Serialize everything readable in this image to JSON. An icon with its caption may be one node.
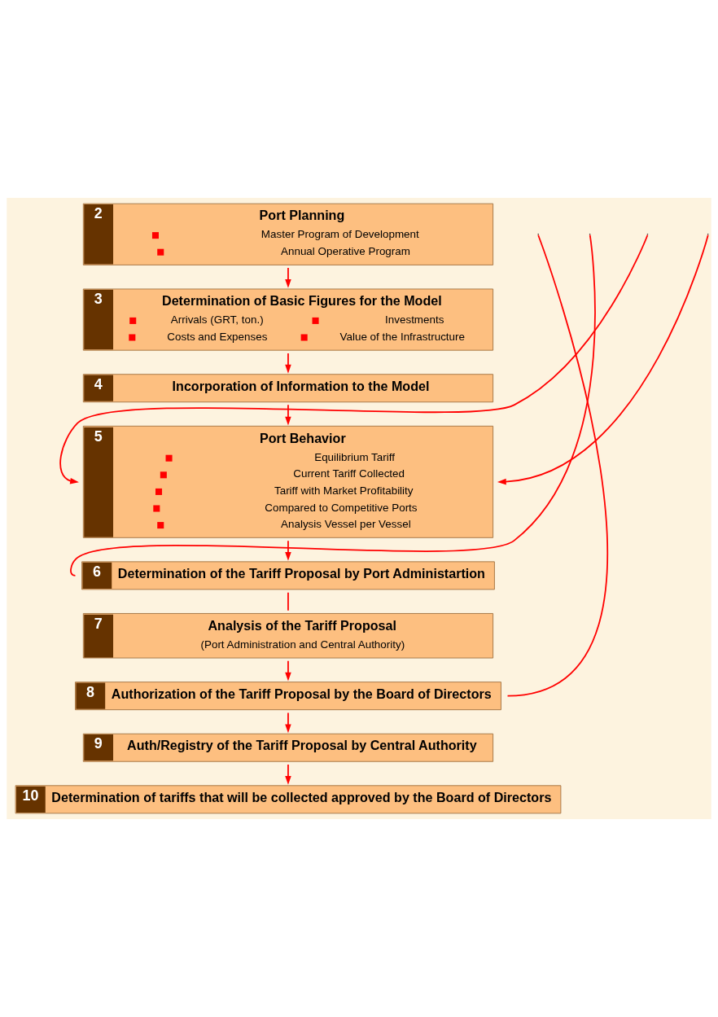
{
  "diagram": {
    "nodes": [
      {
        "text": [
          "2",
          "Port Planning",
          "Master Program of Development",
          "Annual Operative Program"
        ]
      },
      {
        "text": [
          "3",
          "Determination of Basic Figures for the Model",
          "Arrivals (GRT, ton.)",
          "Investments",
          "Costs and Expenses",
          "Value of the Infrastructure"
        ]
      },
      {
        "text": [
          "4",
          "Incorporation of Information to the Model"
        ]
      },
      {
        "text": [
          "5",
          "Port Behavior",
          "Equilibrium Tariff",
          "Current Tariff Collected",
          "Tariff with Market Profitability",
          "Compared to Competitive Ports",
          "Analysis Vessel per Vessel"
        ]
      },
      {
        "text": [
          "6",
          "Determination of the Tariff Proposal by Port Administartion"
        ]
      },
      {
        "text": [
          "7",
          "Analysis of the Tariff Proposal",
          "(Port Administration and Central Authority)"
        ]
      },
      {
        "text": [
          "8",
          "Authorization of the Tariff Proposal by the Board of Directors"
        ]
      },
      {
        "text": [
          "9",
          "Auth/Registry of the Tariff Proposal by Central Authority"
        ]
      },
      {
        "text": [
          "10",
          "Determination of tariffs that will be collected approved by the Board of Directors"
        ]
      }
    ],
    "edges": [
      {
        "from": 0,
        "to": 1,
        "arrow": "to"
      },
      {
        "from": 1,
        "to": 2,
        "arrow": "to"
      },
      {
        "from": 2,
        "to": 3,
        "arrow": "to"
      },
      {
        "from": 3,
        "to": 4,
        "arrow": "to"
      },
      {
        "from": 4,
        "to": 5,
        "arrow": "none"
      },
      {
        "from": 5,
        "to": 6,
        "arrow": "to"
      },
      {
        "from": 6,
        "to": 7,
        "arrow": "to"
      },
      {
        "from": 7,
        "to": 8,
        "arrow": "to"
      },
      {
        "from": null,
        "to": 3,
        "arrow": "to"
      },
      {
        "from": null,
        "to": 3,
        "arrow": "to"
      },
      {
        "from": 4,
        "to": null,
        "arrow": "none"
      },
      {
        "from": 6,
        "to": null,
        "arrow": "none"
      }
    ]
  }
}
